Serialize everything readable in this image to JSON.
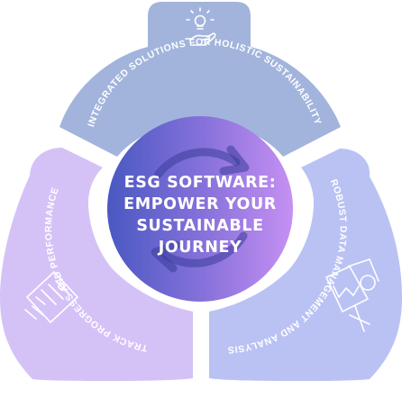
{
  "center": {
    "lines": [
      "ESG SOFTWARE:",
      "EMPOWER YOUR",
      "SUSTAINABLE",
      "JOURNEY"
    ]
  },
  "segments": [
    {
      "label": "INTEGRATED SOLUTIONS FOR HOLISTIC SUSTAINABILITY",
      "icon": "lightbulb-hand-icon",
      "color": "#a2b4dc"
    },
    {
      "label": "ROBUST DATA MANAGEMENT AND ANALYSIS",
      "icon": "presentation-chart-icon",
      "color": "#bac2f4"
    },
    {
      "label": "TRACK PROGRESS AND PERFORMANCE",
      "icon": "clipboard-chart-icon",
      "color": "#d4c2f7"
    }
  ],
  "colors": {
    "center_gradient_start": "#4a58c2",
    "center_gradient_end": "#c08ef0",
    "label_text": "#ffffff"
  }
}
